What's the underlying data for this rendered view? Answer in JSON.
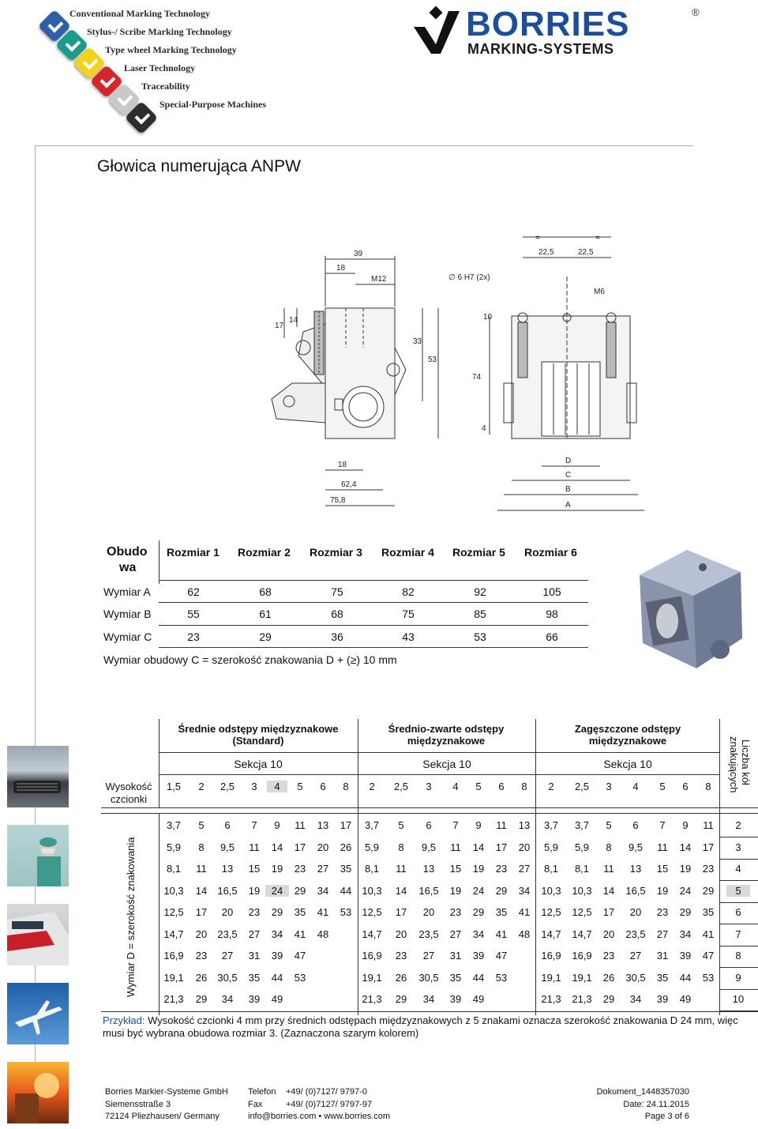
{
  "header": {
    "technologies": [
      {
        "label": "Conventional Marking Technology",
        "color": "#2f5fa8"
      },
      {
        "label": "Stylus-/ Scribe Marking Technology",
        "color": "#1c9a8c"
      },
      {
        "label": "Type wheel Marking Technology",
        "color": "#f2d21b"
      },
      {
        "label": "Laser Technology",
        "color": "#d7262b"
      },
      {
        "label": "Traceability",
        "color": "#c9c9c9"
      },
      {
        "label": "Special-Purpose Machines",
        "color": "#2d2d2d"
      }
    ],
    "brand_name": "BORRIES",
    "brand_sub": "MARKING-SYSTEMS",
    "brand_reg": "®"
  },
  "page_title": "Głowica numerująca ANPW",
  "drawing": {
    "dims_side": [
      "39",
      "18",
      "M12",
      "17",
      "14",
      "33",
      "53",
      "18",
      "62,4",
      "75,8"
    ],
    "dims_front": [
      "=",
      "=",
      "22,5",
      "22,5",
      "∅ 6 H7 (2x)",
      "M6",
      "10",
      "74",
      "4",
      "D",
      "C",
      "B",
      "A"
    ]
  },
  "size_table": {
    "corner": [
      "Obudo",
      "wa"
    ],
    "columns": [
      "Rozmiar 1",
      "Rozmiar 2",
      "Rozmiar 3",
      "Rozmiar 4",
      "Rozmiar 5",
      "Rozmiar 6"
    ],
    "rows": [
      {
        "label": "Wymiar A",
        "values": [
          "62",
          "68",
          "75",
          "82",
          "92",
          "105"
        ]
      },
      {
        "label": "Wymiar B",
        "values": [
          "55",
          "61",
          "68",
          "75",
          "85",
          "98"
        ]
      },
      {
        "label": "Wymiar C",
        "values": [
          "23",
          "29",
          "36",
          "43",
          "53",
          "66"
        ]
      }
    ],
    "note": "Wymiar obudowy C = szerokość znakowania D + (≥) 10 mm"
  },
  "main_table": {
    "groups": [
      {
        "title": "Średnie odstępy międzyznakowe (Standard)",
        "section": "Sekcja 10",
        "font_heights": [
          "1,5",
          "2",
          "2,5",
          "3",
          "4",
          "5",
          "6",
          "8"
        ]
      },
      {
        "title": "Średnio-zwarte odstępy międzyznakowe",
        "section": "Sekcja 10",
        "font_heights": [
          "2",
          "2,5",
          "3",
          "4",
          "5",
          "6",
          "8"
        ]
      },
      {
        "title": "Zagęszczone odstępy międzyznakowe",
        "section": "Sekcja 10",
        "font_heights": [
          "2",
          "2,5",
          "3",
          "4",
          "5",
          "6",
          "8"
        ]
      }
    ],
    "font_height_label": [
      "Wysokość",
      "czcionki"
    ],
    "rows_label": "Wymiar D = szerokość znakowania",
    "count_label": [
      "Liczba kół",
      "znakujących"
    ],
    "rows": [
      {
        "g1": [
          "3,7",
          "5",
          "6",
          "7",
          "9",
          "11",
          "13",
          "17"
        ],
        "g2": [
          "3,7",
          "5",
          "6",
          "7",
          "9",
          "11",
          "13"
        ],
        "g3": [
          "3,7",
          "3,7",
          "5",
          "6",
          "7",
          "9",
          "11"
        ],
        "count": "2"
      },
      {
        "g1": [
          "5,9",
          "8",
          "9,5",
          "11",
          "14",
          "17",
          "20",
          "26"
        ],
        "g2": [
          "5,9",
          "8",
          "9,5",
          "11",
          "14",
          "17",
          "20"
        ],
        "g3": [
          "5,9",
          "5,9",
          "8",
          "9,5",
          "11",
          "14",
          "17"
        ],
        "count": "3"
      },
      {
        "g1": [
          "8,1",
          "11",
          "13",
          "15",
          "19",
          "23",
          "27",
          "35"
        ],
        "g2": [
          "8,1",
          "11",
          "13",
          "15",
          "19",
          "23",
          "27"
        ],
        "g3": [
          "8,1",
          "8,1",
          "11",
          "13",
          "15",
          "19",
          "23"
        ],
        "count": "4"
      },
      {
        "g1": [
          "10,3",
          "14",
          "16,5",
          "19",
          "24",
          "29",
          "34",
          "44"
        ],
        "g2": [
          "10,3",
          "14",
          "16,5",
          "19",
          "24",
          "29",
          "34"
        ],
        "g3": [
          "10,3",
          "10,3",
          "14",
          "16,5",
          "19",
          "24",
          "29"
        ],
        "count": "5"
      },
      {
        "g1": [
          "12,5",
          "17",
          "20",
          "23",
          "29",
          "35",
          "41",
          "53"
        ],
        "g2": [
          "12,5",
          "17",
          "20",
          "23",
          "29",
          "35",
          "41"
        ],
        "g3": [
          "12,5",
          "12,5",
          "17",
          "20",
          "23",
          "29",
          "35"
        ],
        "count": "6"
      },
      {
        "g1": [
          "14,7",
          "20",
          "23,5",
          "27",
          "34",
          "41",
          "48",
          ""
        ],
        "g2": [
          "14,7",
          "20",
          "23,5",
          "27",
          "34",
          "41",
          "48"
        ],
        "g3": [
          "14,7",
          "14,7",
          "20",
          "23,5",
          "27",
          "34",
          "41"
        ],
        "count": "7"
      },
      {
        "g1": [
          "16,9",
          "23",
          "27",
          "31",
          "39",
          "47",
          "",
          ""
        ],
        "g2": [
          "16,9",
          "23",
          "27",
          "31",
          "39",
          "47",
          ""
        ],
        "g3": [
          "16,9",
          "16,9",
          "23",
          "27",
          "31",
          "39",
          "47"
        ],
        "count": "8"
      },
      {
        "g1": [
          "19,1",
          "26",
          "30,5",
          "35",
          "44",
          "53",
          "",
          ""
        ],
        "g2": [
          "19,1",
          "26",
          "30,5",
          "35",
          "44",
          "53",
          ""
        ],
        "g3": [
          "19,1",
          "19,1",
          "26",
          "30,5",
          "35",
          "44",
          "53"
        ],
        "count": "9"
      },
      {
        "g1": [
          "21,3",
          "29",
          "34",
          "39",
          "49",
          "",
          "",
          ""
        ],
        "g2": [
          "21,3",
          "29",
          "34",
          "39",
          "49",
          "",
          ""
        ],
        "g3": [
          "21,3",
          "21,3",
          "29",
          "34",
          "39",
          "49",
          ""
        ],
        "count": "10"
      }
    ],
    "highlight_color": "#d9d9d9"
  },
  "example": {
    "key": "Przykład:",
    "text": " Wysokość czcionki 4 mm przy średnich odstępach międzyznakowych z 5 znakami oznacza szerokość znakowania D 24 mm, więc musi być wybrana obudowa rozmiar 3. (Zaznaczona szarym kolorem)"
  },
  "footer": {
    "company": [
      "Borries Markier-Systeme GmbH",
      "Siemensstraße 3",
      "72124 Pliezhausen/ Germany"
    ],
    "contact_labels": [
      "Telefon",
      "Fax"
    ],
    "contact_values": [
      "+49/ (0)7127/ 9797-0",
      "+49/ (0)7127/ 9797-97"
    ],
    "web": "info@borries.com • www.borries.com",
    "doc": [
      "Dokument_1448357030",
      "Date: 24.11.2015",
      "Page 3 of 6"
    ]
  }
}
